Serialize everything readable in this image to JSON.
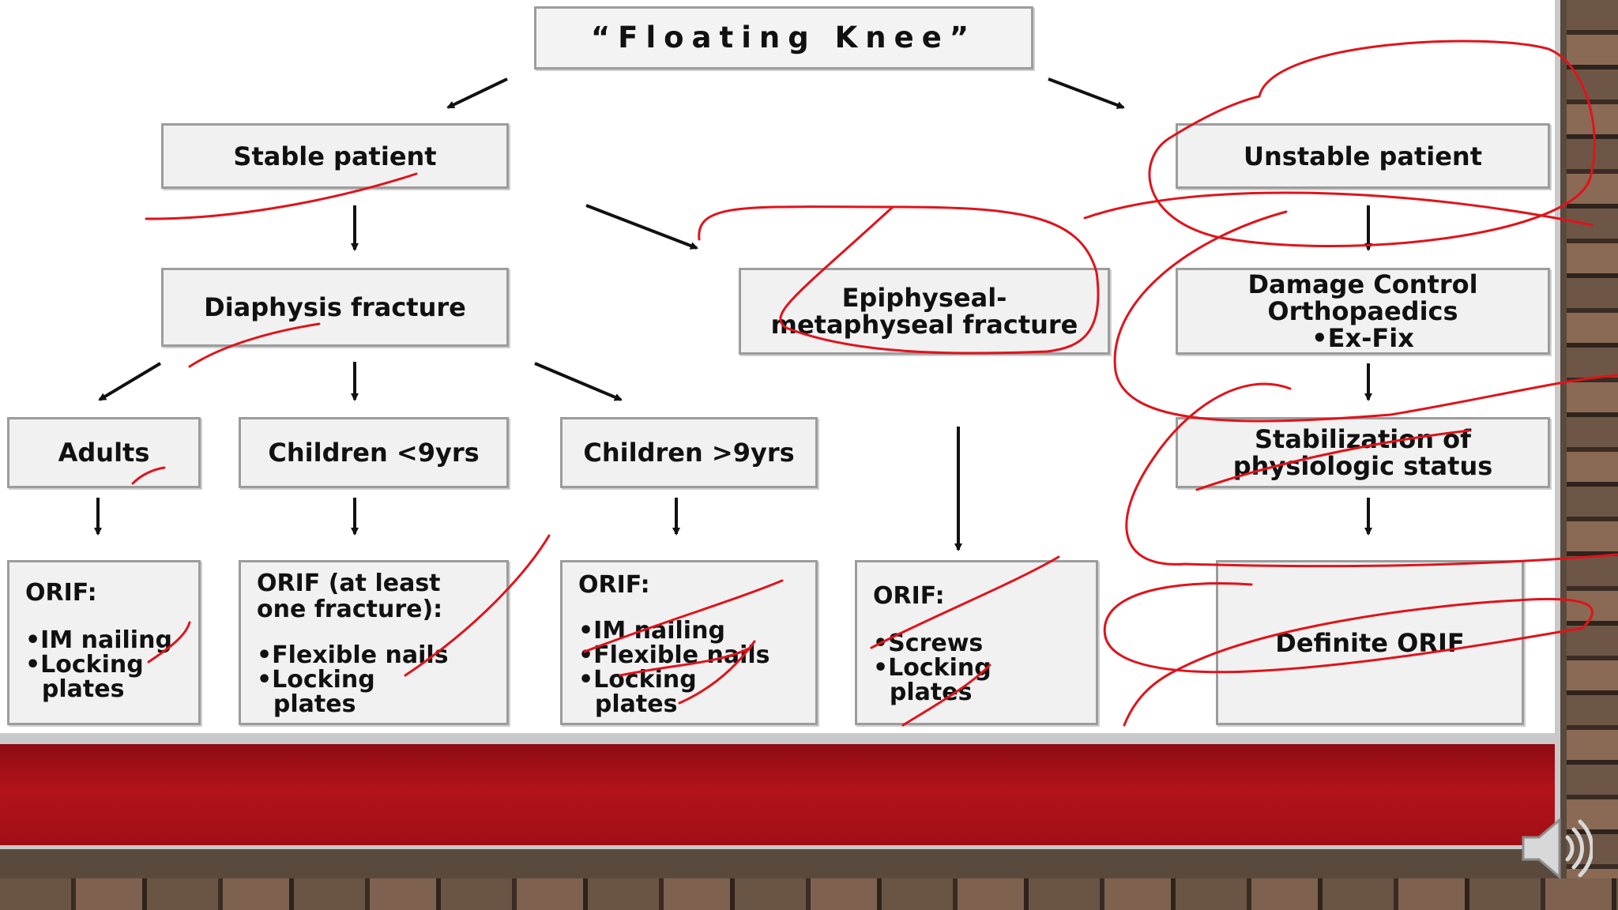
{
  "diagram": {
    "title": "“Floating Knee”",
    "stable_patient": "Stable patient",
    "unstable_patient": "Unstable patient",
    "diaphysis_fracture": "Diaphysis fracture",
    "epiphyseal_fracture": [
      "Epiphyseal-",
      "metaphyseal fracture"
    ],
    "damage_control": [
      "Damage Control",
      "Orthopaedics",
      "•Ex-Fix"
    ],
    "stabilization": [
      "Stabilization of",
      "physiologic status"
    ],
    "adults": "Adults",
    "children_lt9": "Children <9yrs",
    "children_gt9": "Children >9yrs",
    "orif_adults": {
      "head": "ORIF:",
      "items": [
        "•IM nailing",
        "•Locking",
        "  plates"
      ]
    },
    "orif_children_lt9": {
      "head": [
        "ORIF (at least",
        "one fracture):"
      ],
      "items": [
        "•Flexible nails",
        "•Locking",
        "  plates"
      ]
    },
    "orif_children_gt9": {
      "head": "ORIF:",
      "items": [
        "•IM nailing",
        "•Flexible nails",
        "•Locking",
        "  plates"
      ]
    },
    "orif_epiphyseal": {
      "head": "ORIF:",
      "items": [
        "•Screws",
        "•Locking",
        "  plates"
      ]
    },
    "definite_orif": "Definite ORIF"
  },
  "colors": {
    "annotation": "#e0131b",
    "band": "#b3121a",
    "box_fill": "#f1f1f1",
    "box_border": "#9c9c9c"
  },
  "icons": {
    "audio": "speaker-icon"
  }
}
